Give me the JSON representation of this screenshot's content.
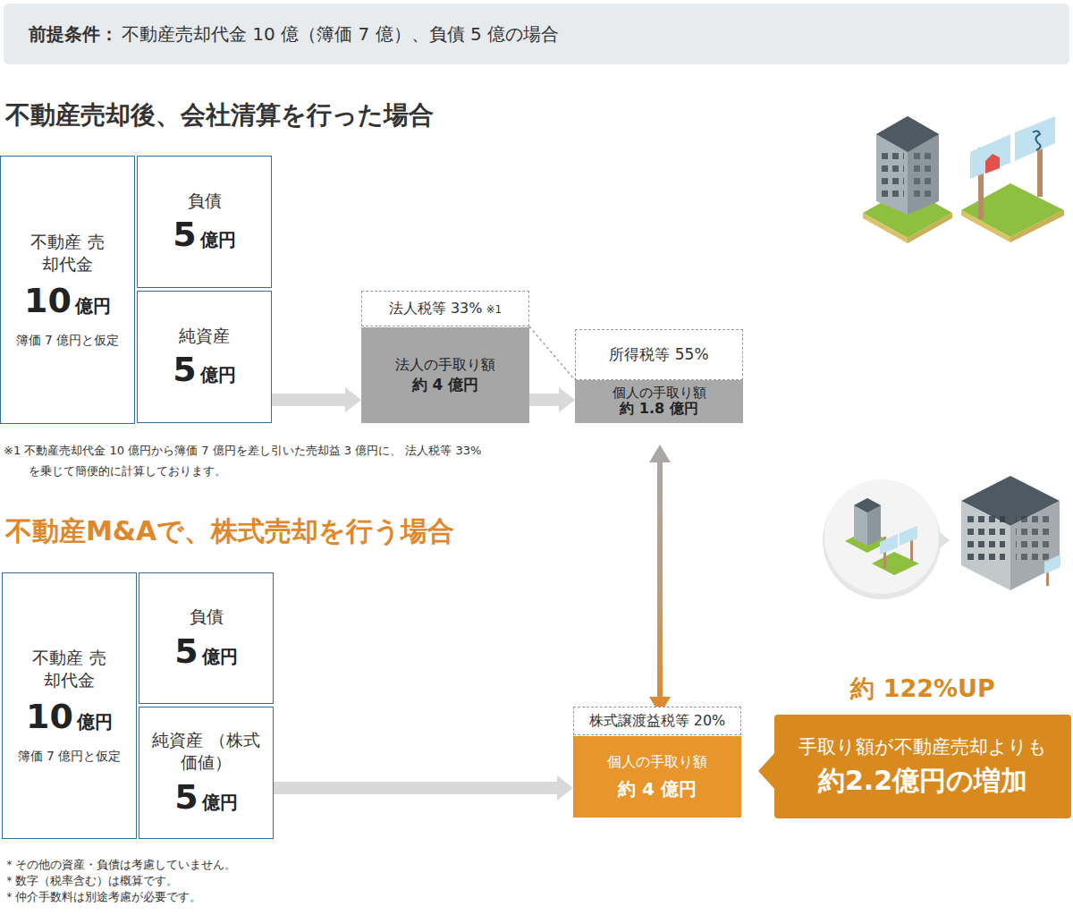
{
  "diagram": {
    "nodes": [
      {
        "text": [
          "前提条件：",
          "不動産売却代金 10 億（簿価 7 億）、負債 5 億の場合"
        ]
      },
      {
        "text": [
          "不動産 売却代金",
          "10",
          "億円",
          "簿価 7 億円と仮定"
        ]
      },
      {
        "text": [
          "負債",
          "5",
          "億円"
        ]
      },
      {
        "text": [
          "純資産",
          "5",
          "億円"
        ]
      },
      {
        "text": [
          "法人税等 33%",
          "※1"
        ]
      },
      {
        "text": [
          "法人の手取り額",
          "約 4 億円"
        ]
      },
      {
        "text": [
          "所得税等 55%"
        ]
      },
      {
        "text": [
          "個人の手取り額",
          "約 1.8 億円"
        ]
      },
      {
        "text": [
          "不動産 売却代金",
          "10",
          "億円",
          "簿価 7 億円と仮定"
        ]
      },
      {
        "text": [
          "負債",
          "5",
          "億円"
        ]
      },
      {
        "text": [
          "純資産 （株式価値）",
          "5",
          "億円"
        ]
      },
      {
        "text": [
          "株式譲渡益税等 20%"
        ]
      },
      {
        "text": [
          "個人の手取り額",
          "約 4 億円"
        ]
      },
      {
        "text": [
          "約 122%UP",
          "手取り額が不動産売却よりも",
          "約2.2億円の増加"
        ]
      }
    ],
    "edges": [
      {
        "from": 3,
        "to": 5,
        "arrow": "to"
      },
      {
        "from": 4,
        "to": 6,
        "arrow": "none"
      },
      {
        "from": 5,
        "to": 7,
        "arrow": "to"
      },
      {
        "from": 7,
        "to": 12,
        "arrow": "both"
      },
      {
        "from": 10,
        "to": 12,
        "arrow": "to"
      }
    ],
    "labels": [
      "不動産売却後、会社清算を行った場合",
      "※1 不動産売却代金 10 億円から簿価 7 億円を差し引いた売却益 3 億円に、 法人税等 33% を乗じて簡便的に計算しております。",
      "不動産M&Aで、株式売却を行う場合",
      "＊その他の資産・負債は考慮していません。",
      "＊数字（税率含む）は概算です。",
      "＊仲介手数料は別途考慮が必要です。"
    ]
  }
}
